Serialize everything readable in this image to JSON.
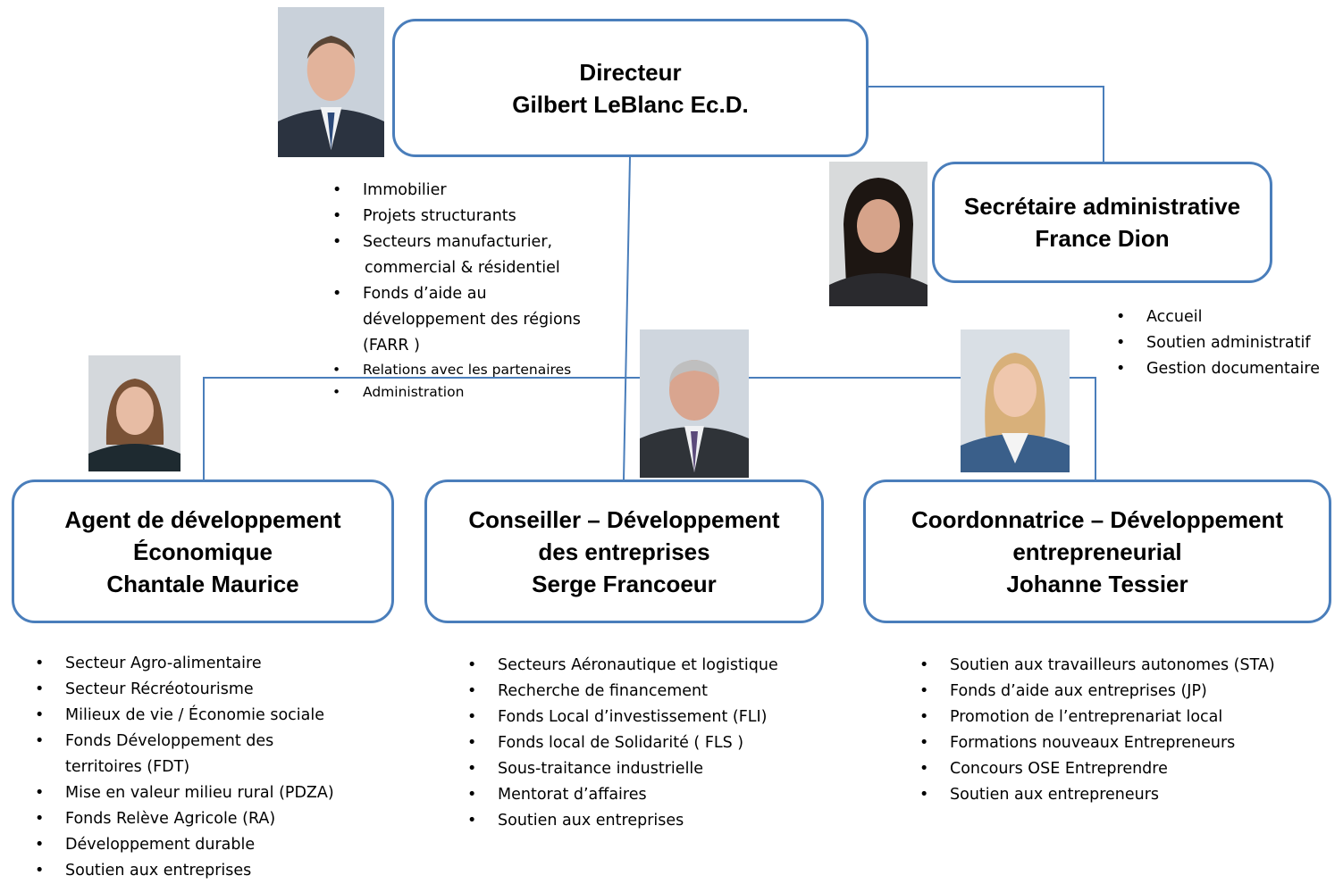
{
  "director": {
    "role": "Directeur",
    "name": "Gilbert LeBlanc Ec.D.",
    "duties": [
      "Immobilier",
      "Projets structurants",
      "Secteurs manufacturier,",
      "commercial & résidentiel",
      "Fonds d’aide au",
      "développement des régions",
      "(FARR )",
      "Relations avec les partenaires",
      "Administration"
    ]
  },
  "secretary": {
    "role": "Secrétaire administrative",
    "name": "France Dion",
    "duties": [
      "Accueil",
      "Soutien administratif",
      "Gestion documentaire"
    ]
  },
  "agent": {
    "role_line1": "Agent de développement",
    "role_line2": "Économique",
    "name": "Chantale Maurice",
    "duties": [
      "Secteur  Agro-alimentaire",
      "Secteur Récréotourisme",
      "Milieux de vie / Économie sociale",
      "Fonds Développement des",
      "territoires (FDT)",
      "Mise en valeur milieu rural (PDZA)",
      "Fonds Relève Agricole (RA)",
      "Développement durable",
      "Soutien aux entreprises"
    ]
  },
  "advisor": {
    "role_line1": "Conseiller – Développement",
    "role_line2": "des entreprises",
    "name": "Serge Francoeur",
    "duties": [
      "Secteurs Aéronautique et logistique",
      "Recherche de financement",
      "Fonds Local d’investissement (FLI)",
      "Fonds local de Solidarité ( FLS )",
      "Sous-traitance industrielle",
      "Mentorat d’affaires",
      "Soutien aux entreprises"
    ]
  },
  "coordinator": {
    "role_line1": "Coordonnatrice – Développement",
    "role_line2": "entrepreneurial",
    "name": "Johanne Tessier",
    "duties": [
      "Soutien aux travailleurs autonomes (STA)",
      "Fonds d’aide aux entreprises (JP)",
      "Promotion de l’entreprenariat local",
      "Formations nouveaux Entrepreneurs",
      "Concours OSE Entreprendre",
      "Soutien aux entrepreneurs"
    ]
  },
  "colors": {
    "box_border": "#4a7ebb",
    "connector": "#4a7ebb"
  }
}
